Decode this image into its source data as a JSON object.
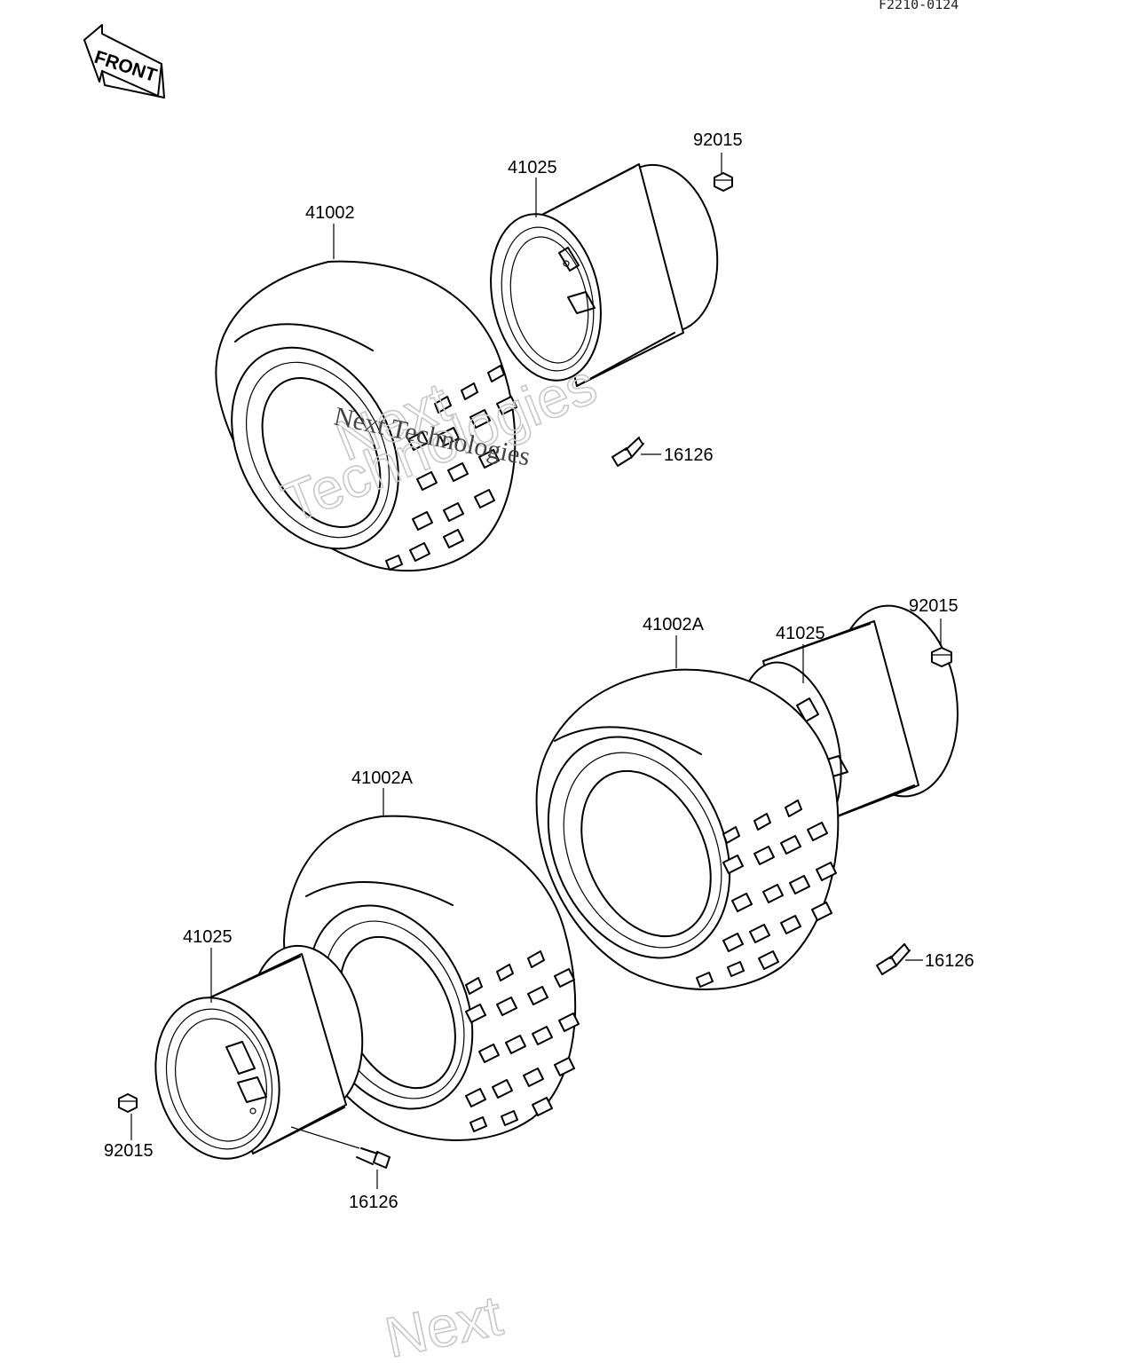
{
  "figure_code": "F2210-0124",
  "front_label": "FRONT",
  "watermark": {
    "line1": "Next",
    "line2": "Technologies",
    "small": "Next Technologies"
  },
  "top_assembly": {
    "tire": "41002",
    "rim": "41025",
    "nut": "92015",
    "valve": "16126"
  },
  "rear_right_assembly": {
    "tire": "41002A",
    "rim": "41025",
    "nut": "92015",
    "valve": "16126"
  },
  "rear_left_assembly": {
    "tire": "41002A",
    "rim": "41025",
    "nut": "92015",
    "valve": "16126"
  }
}
